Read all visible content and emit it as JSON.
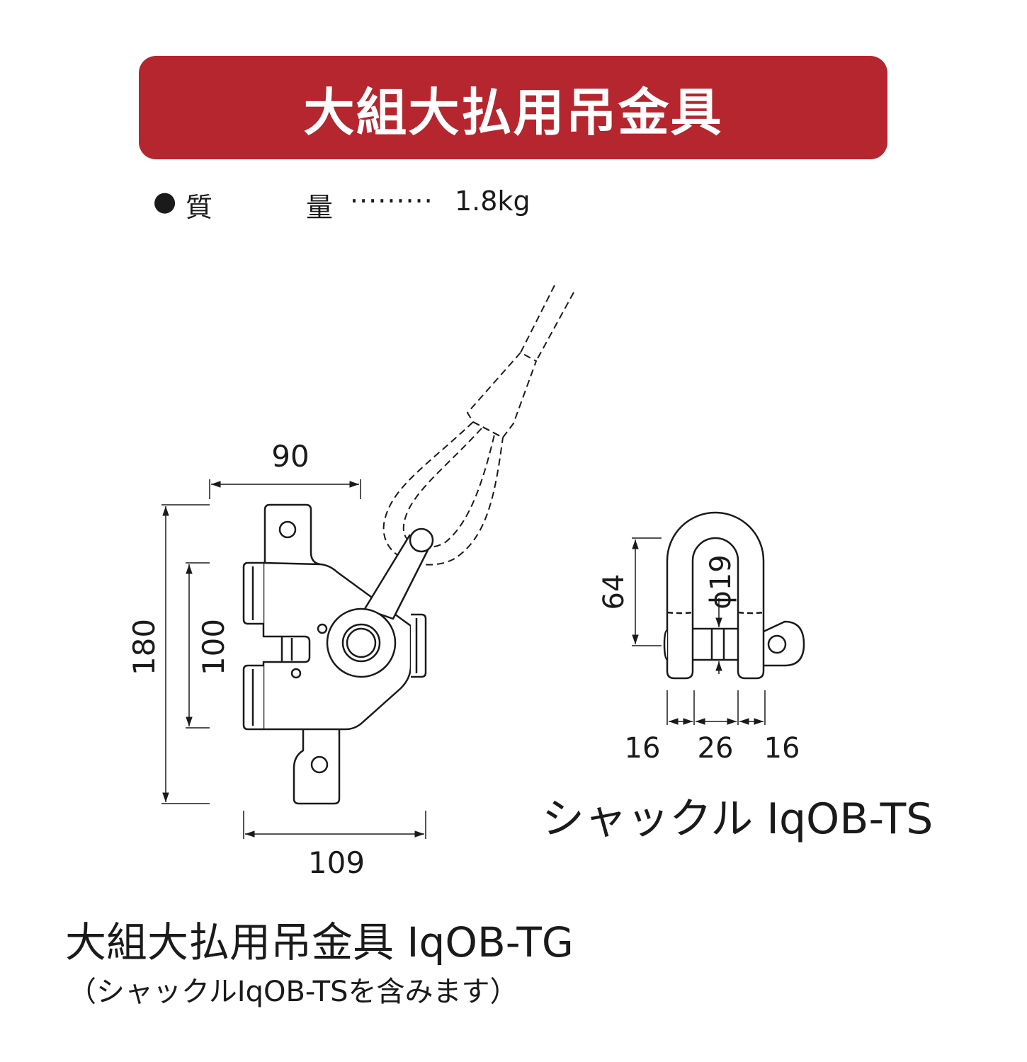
{
  "banner": {
    "title": "大組大払用吊金具",
    "color": "#b5262e"
  },
  "spec": {
    "bullet": "●",
    "label_1": "質",
    "label_2": "量",
    "leader": "·········",
    "value": "1.8kg"
  },
  "dimensions_tg": {
    "width_top": "90",
    "height_total": "180",
    "height_body": "100",
    "width_bottom": "109"
  },
  "dimensions_ts": {
    "height": "64",
    "pin_diameter": "ϕ19",
    "width_left": "16",
    "width_center": "26",
    "width_right": "16"
  },
  "captions": {
    "ts": "シャックル IqOB-TS",
    "tg": "大組大払用吊金具 IqOB-TG",
    "tg_note": "（シャックルIqOB-TSを含みます）"
  },
  "icons": {
    "tg_drawing": "clamp-drawing-icon",
    "ts_drawing": "shackle-drawing-icon",
    "wire": "wire-rope-icon"
  }
}
